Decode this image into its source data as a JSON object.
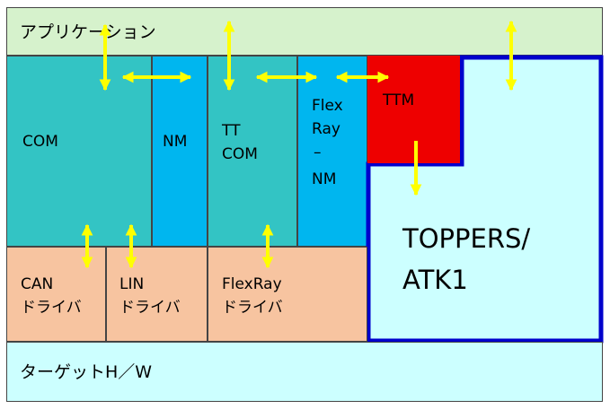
{
  "application": {
    "label": "アプリケーション"
  },
  "com": {
    "label": "COM"
  },
  "nm": {
    "label": "NM"
  },
  "ttcom": {
    "line1": "TT",
    "line2": "COM"
  },
  "flexray_nm": {
    "line1": "Flex",
    "line2": "Ray",
    "line3": "–",
    "line4": "NM"
  },
  "ttm": {
    "label": "TTM"
  },
  "toppers": {
    "line1": "TOPPERS/",
    "line2": "ATK1"
  },
  "can_driver": {
    "line1": "CAN",
    "line2": "ドライバ"
  },
  "lin_driver": {
    "line1": "LIN",
    "line2": "ドライバ"
  },
  "flexray_driver": {
    "line1": "FlexRay",
    "line2": "ドライバ"
  },
  "target_hw": {
    "label": "ターゲットH／W"
  },
  "colors": {
    "application": "#d6f2cc",
    "com": "#33c4c4",
    "nm": "#00b6ef",
    "ttm": "#ee0000",
    "toppers_fill": "#ccffff",
    "toppers_border": "#0000cc",
    "driver": "#f7c4a0",
    "target": "#ccffff",
    "arrow": "#ffff00"
  }
}
